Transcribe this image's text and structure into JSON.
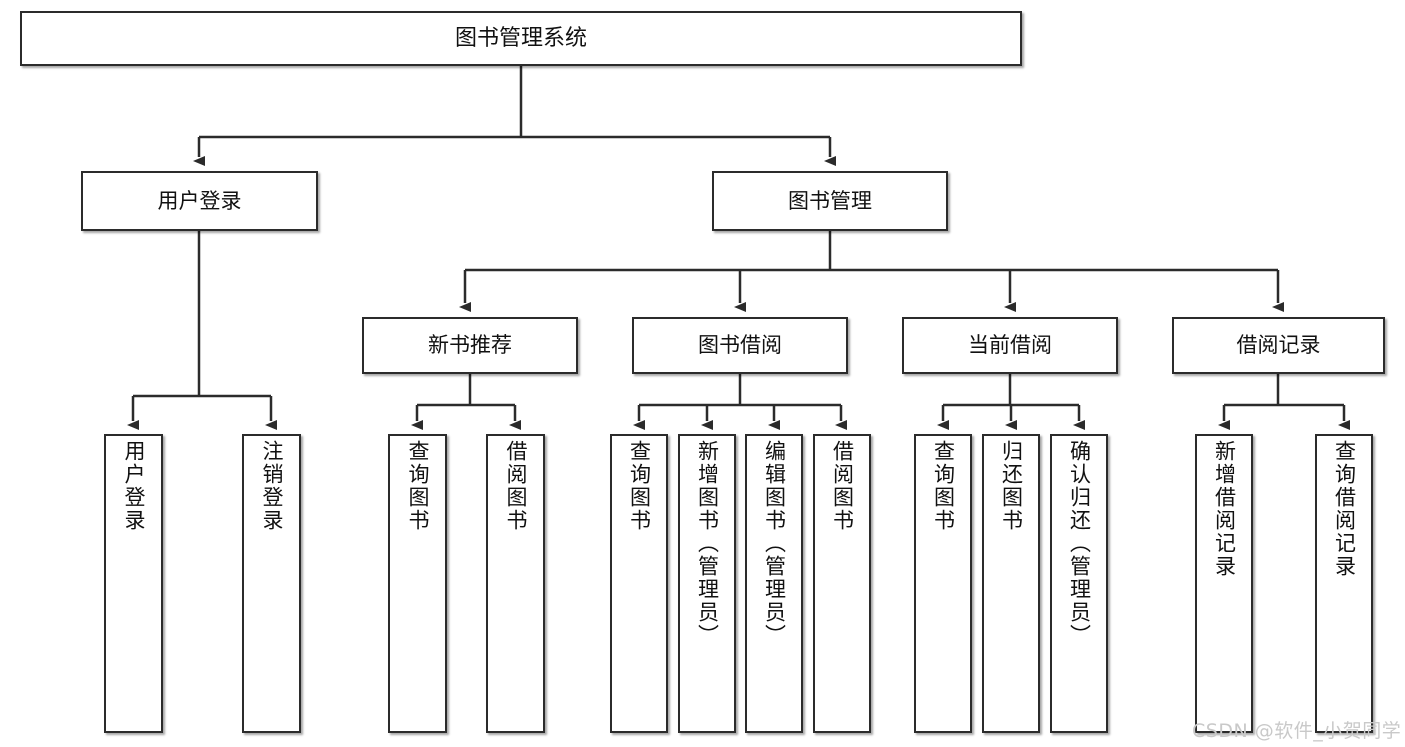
{
  "diagram": {
    "title": "图书管理系统",
    "root": {
      "label": "图书管理系统"
    },
    "level2": [
      {
        "label": "用户登录"
      },
      {
        "label": "图书管理"
      }
    ],
    "level3": [
      {
        "label": "新书推荐"
      },
      {
        "label": "图书借阅"
      },
      {
        "label": "当前借阅"
      },
      {
        "label": "借阅记录"
      }
    ],
    "leaves": {
      "user_login": [
        {
          "label": "用户登录"
        },
        {
          "label": "注销登录"
        }
      ],
      "new_book_recommend": [
        {
          "label": "查询图书"
        },
        {
          "label": "借阅图书"
        }
      ],
      "book_borrow": [
        {
          "label": "查询图书"
        },
        {
          "label": "新增图书（管理员）"
        },
        {
          "label": "编辑图书（管理员）"
        },
        {
          "label": "借阅图书"
        }
      ],
      "current_borrow": [
        {
          "label": "查询图书"
        },
        {
          "label": "归还图书"
        },
        {
          "label": "确认归还（管理员）"
        }
      ],
      "borrow_record": [
        {
          "label": "新增借阅记录"
        },
        {
          "label": "查询借阅记录"
        }
      ]
    }
  },
  "watermark": {
    "text": "CSDN @软件_小贺同学"
  },
  "colors": {
    "stroke": "#2b2b2b",
    "fill": "#ffffff",
    "text": "#111111",
    "watermark": "#c9c9c9"
  }
}
